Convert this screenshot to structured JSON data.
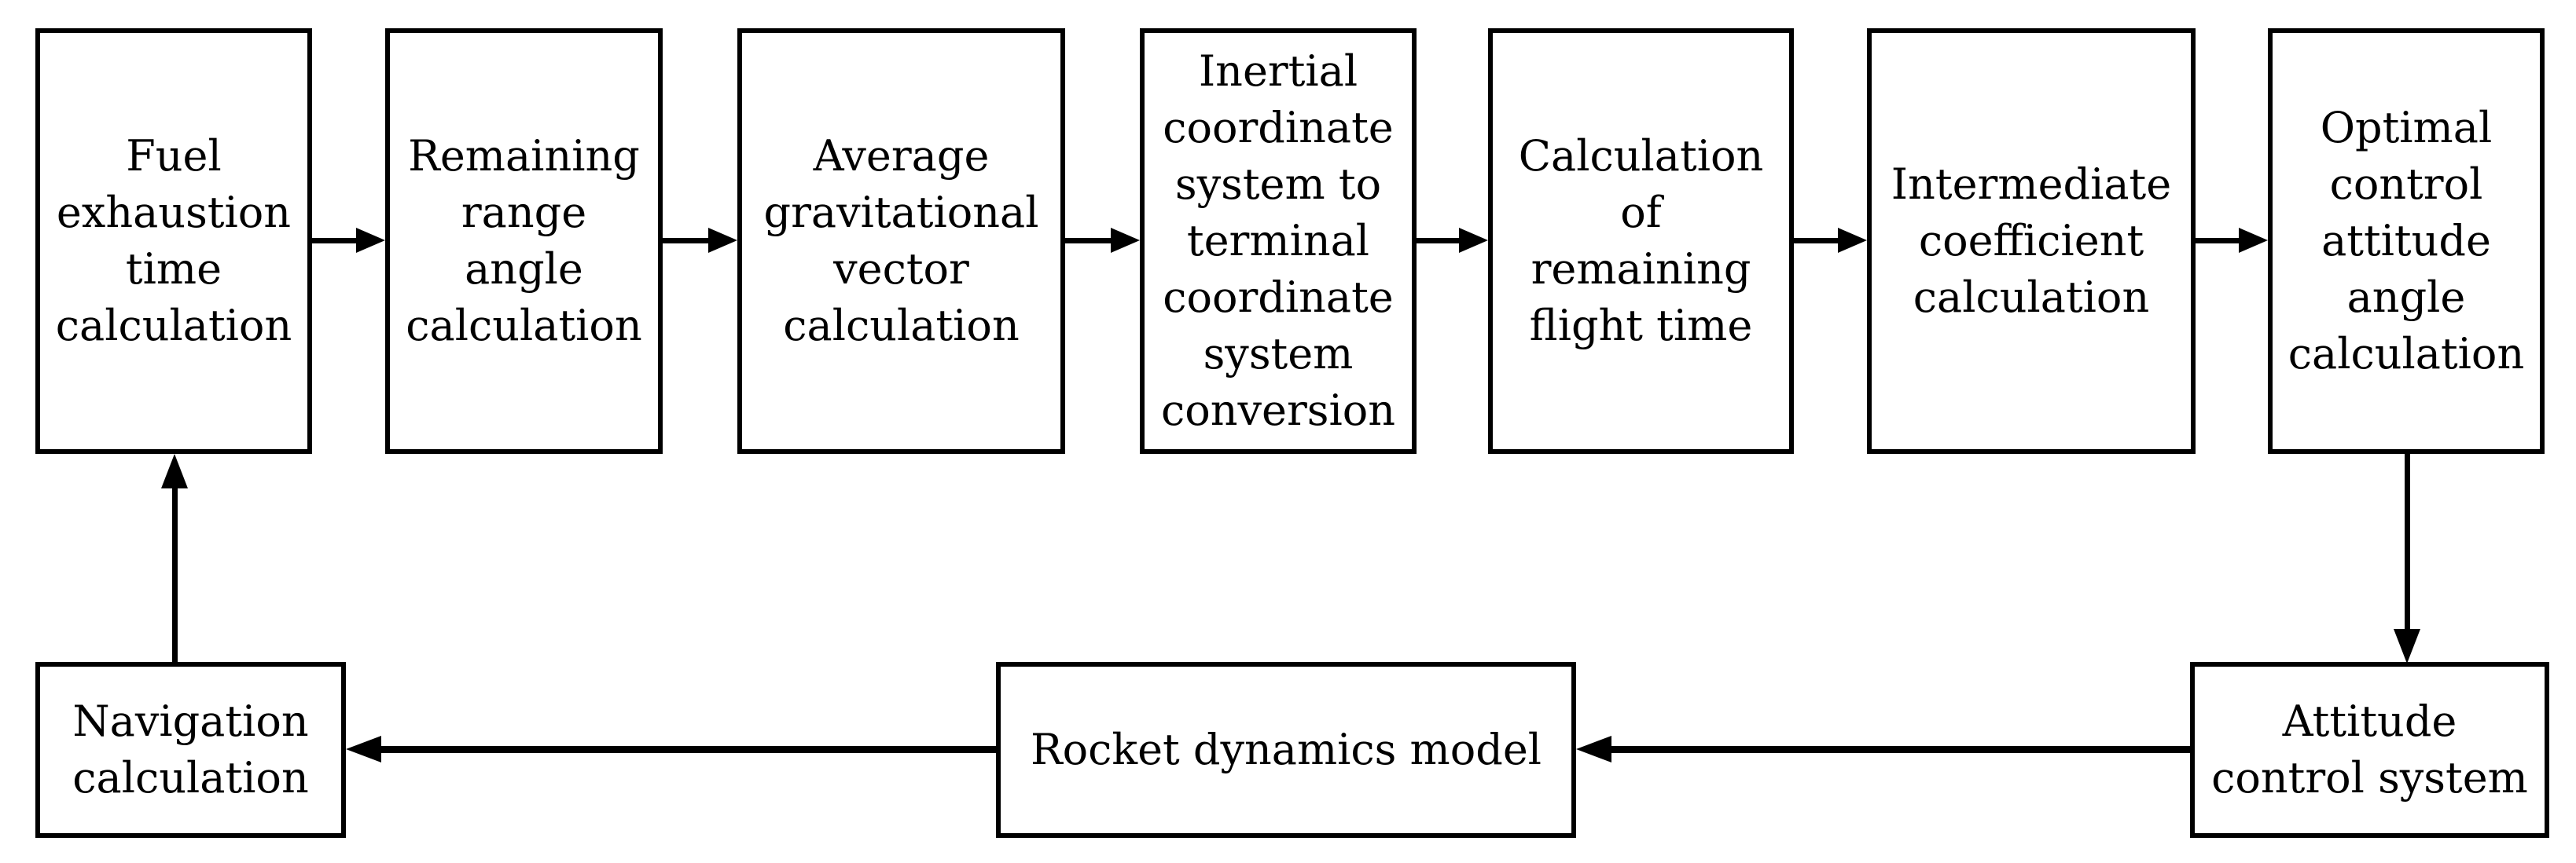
{
  "diagram": {
    "title": "Rocket guidance computation loop flowchart",
    "background_color": "#ffffff",
    "line_color": "#000000",
    "nodes": {
      "fuel_exhaustion": {
        "label": "Fuel\nexhaustion\ntime\ncalculation"
      },
      "remaining_range": {
        "label": "Remaining\nrange\nangle\ncalculation"
      },
      "average_gravitational": {
        "label": "Average\ngravitational\nvector\ncalculation"
      },
      "inertial_conversion": {
        "label": "Inertial\ncoordinate\nsystem to\nterminal\ncoordinate\nsystem\nconversion"
      },
      "remaining_flight_time": {
        "label": "Calculation\nof\nremaining\nflight time"
      },
      "intermediate_coefficient": {
        "label": "Intermediate\ncoefficient\ncalculation"
      },
      "optimal_control": {
        "label": "Optimal\ncontrol\nattitude\nangle\ncalculation"
      },
      "navigation": {
        "label": "Navigation\ncalculation"
      },
      "rocket_dynamics": {
        "label": "Rocket dynamics model"
      },
      "attitude_control": {
        "label": "Attitude\ncontrol system"
      }
    },
    "edges": [
      {
        "from": "fuel_exhaustion",
        "to": "remaining_range",
        "direction": "right"
      },
      {
        "from": "remaining_range",
        "to": "average_gravitational",
        "direction": "right"
      },
      {
        "from": "average_gravitational",
        "to": "inertial_conversion",
        "direction": "right"
      },
      {
        "from": "inertial_conversion",
        "to": "remaining_flight_time",
        "direction": "right"
      },
      {
        "from": "remaining_flight_time",
        "to": "intermediate_coefficient",
        "direction": "right"
      },
      {
        "from": "intermediate_coefficient",
        "to": "optimal_control",
        "direction": "right"
      },
      {
        "from": "optimal_control",
        "to": "attitude_control",
        "direction": "down"
      },
      {
        "from": "attitude_control",
        "to": "rocket_dynamics",
        "direction": "left"
      },
      {
        "from": "rocket_dynamics",
        "to": "navigation",
        "direction": "left"
      },
      {
        "from": "navigation",
        "to": "fuel_exhaustion",
        "direction": "up"
      }
    ]
  }
}
